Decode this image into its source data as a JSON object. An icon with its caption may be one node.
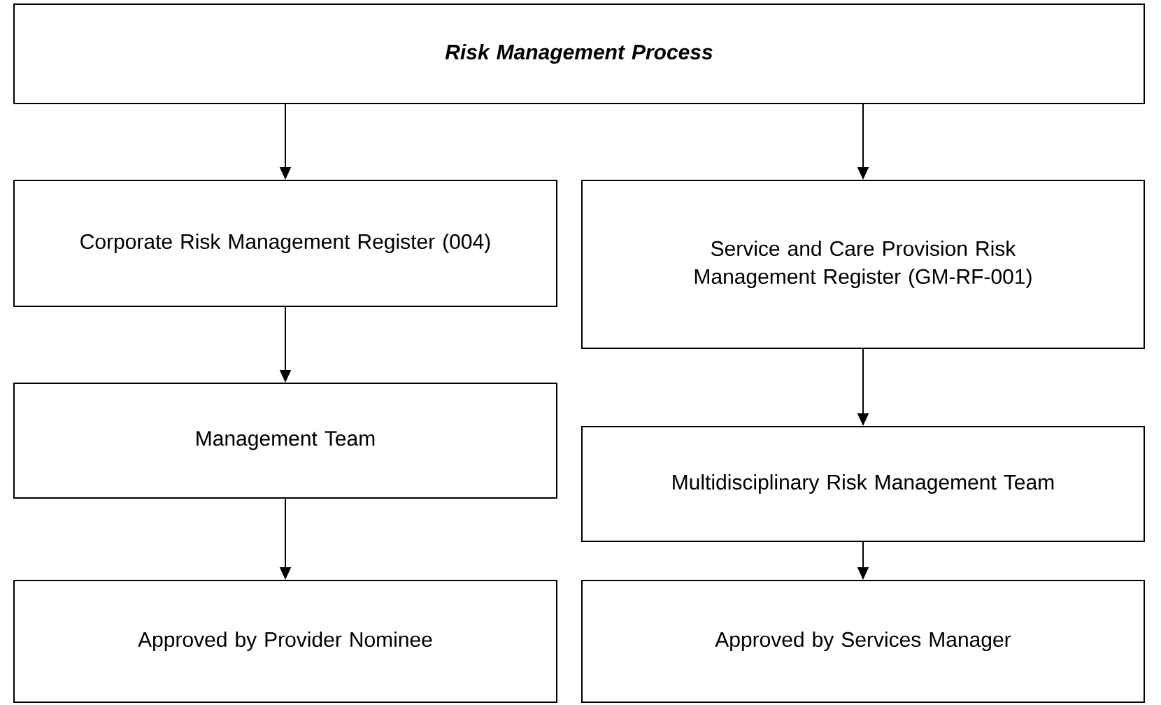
{
  "diagram": {
    "nodes": [
      {
        "text": [
          "Risk Management Process"
        ]
      },
      {
        "text": [
          "Corporate Risk Management Register (004)"
        ]
      },
      {
        "text": [
          "Service and Care Provision Risk Management Register (GM-RF-001)"
        ]
      },
      {
        "text": [
          "Management Team"
        ]
      },
      {
        "text": [
          "Multidisciplinary Risk Management Team"
        ]
      },
      {
        "text": [
          "Approved by Provider Nominee"
        ]
      },
      {
        "text": [
          "Approved by Services Manager"
        ]
      }
    ],
    "edges": [
      {
        "from": 0,
        "to": 1,
        "arrow": "to"
      },
      {
        "from": 0,
        "to": 2,
        "arrow": "to"
      },
      {
        "from": 1,
        "to": 3,
        "arrow": "to"
      },
      {
        "from": 2,
        "to": 4,
        "arrow": "to"
      },
      {
        "from": 3,
        "to": 5,
        "arrow": "to"
      },
      {
        "from": 4,
        "to": 6,
        "arrow": "to"
      }
    ]
  }
}
